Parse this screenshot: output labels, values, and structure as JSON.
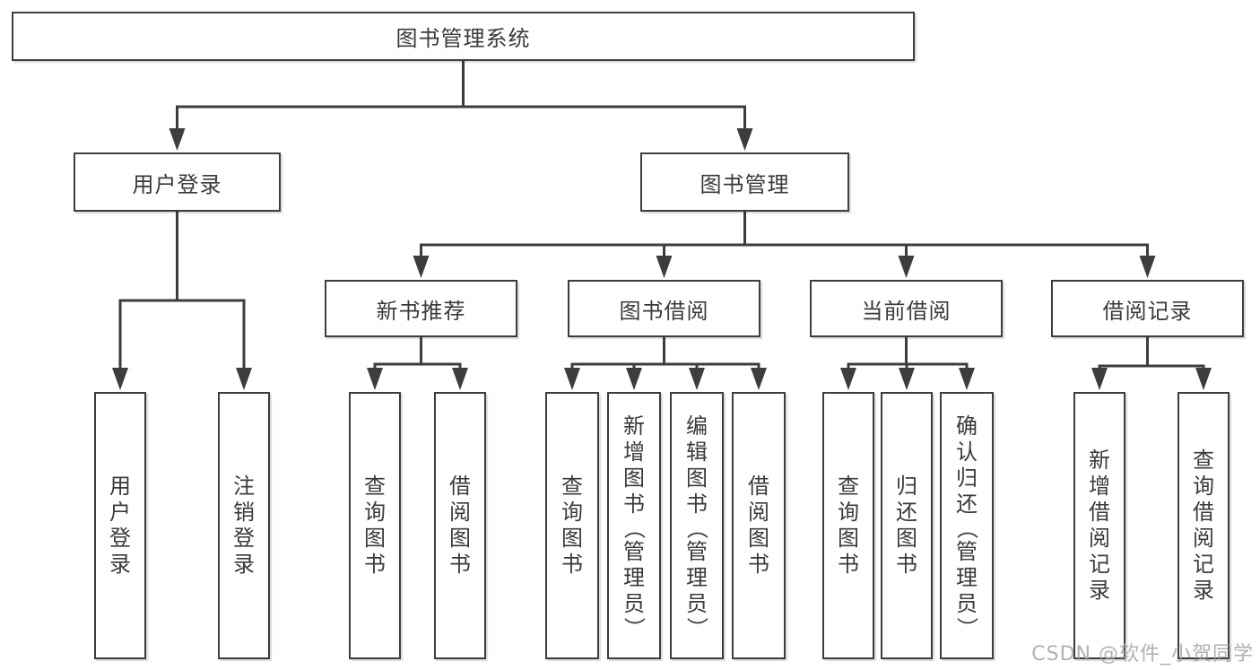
{
  "diagram": {
    "type": "tree",
    "title": "图书管理系统",
    "colors": {
      "line": "#3d3d3d",
      "text": "#3a3a3a",
      "box_fill": "#ffffff",
      "background": "#ffffff",
      "watermark": "#9e9e9e"
    },
    "root": {
      "id": "root",
      "label": "图书管理系统",
      "children": [
        {
          "id": "user-login",
          "label": "用户登录",
          "children": [
            {
              "id": "user-login-leaf",
              "label": "用户登录",
              "vertical": true
            },
            {
              "id": "logout-leaf",
              "label": "注销登录",
              "vertical": true
            }
          ]
        },
        {
          "id": "book-management",
          "label": "图书管理",
          "children": [
            {
              "id": "new-book-recommend",
              "label": "新书推荐",
              "children": [
                {
                  "id": "query-books-1",
                  "label": "查询图书",
                  "vertical": true
                },
                {
                  "id": "borrow-books-1",
                  "label": "借阅图书",
                  "vertical": true
                }
              ]
            },
            {
              "id": "book-borrow",
              "label": "图书借阅",
              "children": [
                {
                  "id": "query-books-2",
                  "label": "查询图书",
                  "vertical": true
                },
                {
                  "id": "add-book",
                  "label": "新增图书（管理员）",
                  "vertical": true
                },
                {
                  "id": "edit-book",
                  "label": "编辑图书（管理员）",
                  "vertical": true
                },
                {
                  "id": "borrow-books-2",
                  "label": "借阅图书",
                  "vertical": true
                }
              ]
            },
            {
              "id": "current-borrow",
              "label": "当前借阅",
              "children": [
                {
                  "id": "query-books-3",
                  "label": "查询图书",
                  "vertical": true
                },
                {
                  "id": "return-book",
                  "label": "归还图书",
                  "vertical": true
                },
                {
                  "id": "confirm-return",
                  "label": "确认归还（管理员）",
                  "vertical": true
                }
              ]
            },
            {
              "id": "borrow-records",
              "label": "借阅记录",
              "children": [
                {
                  "id": "add-borrow-record",
                  "label": "新增借阅记录",
                  "vertical": true
                },
                {
                  "id": "query-borrow-record",
                  "label": "查询借阅记录",
                  "vertical": true
                }
              ]
            }
          ]
        }
      ]
    }
  },
  "watermark": {
    "text": "CSDN @软件_小贺同学"
  }
}
